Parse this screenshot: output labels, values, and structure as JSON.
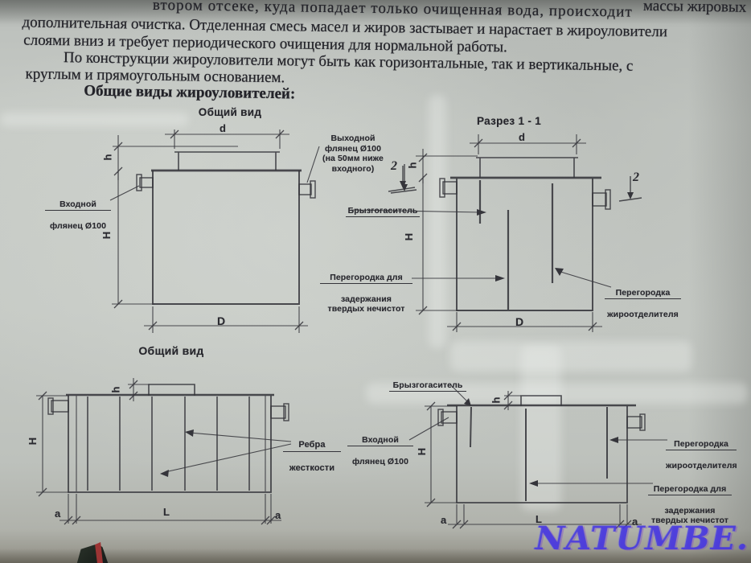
{
  "colors": {
    "paper": "#c6cac5",
    "ink_text": "#232329",
    "ink_drawing": "#35353b",
    "watermark_blue": "#4032e0",
    "corner_accent_red": "#9c3434"
  },
  "paragraph": {
    "fragment_right": "массы жировых",
    "line1": "втором отсеке, куда попадает только очищенная вода, происходит",
    "line2": "дополнительная очистка. Отделенная смесь масел и жиров застывает и нарастает в жироуловители",
    "line3": "слоями вниз и требует периодического очищения для нормальной работы.",
    "line4": "По конструкции жироуловители могут быть как горизонтальные, так и вертикальные, с",
    "line5": "круглым и прямоугольным основанием.",
    "heading": "Общие виды жироуловителей:"
  },
  "diagram_top_left": {
    "title": "Общий вид",
    "inlet_line1": "Входной",
    "inlet_line2": "флянец Ø100",
    "outlet": "Выходной\nфлянец Ø100\n(на 50мм ниже\nвходного)",
    "dim_d": "d",
    "dim_h": "h",
    "dim_H": "H",
    "dim_D": "D",
    "section_mark": "2"
  },
  "diagram_top_right": {
    "title": "Разрез 1 - 1",
    "splash_label": "Брызгогаситель",
    "solids_line1": "Перегородка для",
    "solids_rest": "задержания\nтвердых нечистот",
    "grease_line1": "Перегородка",
    "grease_line2": "жироотделителя",
    "dim_d": "d",
    "dim_h": "h",
    "dim_H": "H",
    "dim_D": "D",
    "section_mark": "2"
  },
  "diagram_bottom_left": {
    "title": "Общий вид",
    "ribs_line1": "Ребра",
    "ribs_line2": "жесткости",
    "dim_h": "h",
    "dim_H": "H",
    "dim_a_left": "a",
    "dim_L": "L",
    "dim_a_right": "a"
  },
  "diagram_bottom_right": {
    "splash_label": "Брызгогаситель",
    "inlet_line1": "Входной",
    "inlet_line2": "флянец Ø100",
    "grease_line1": "Перегородка",
    "grease_line2": "жироотделителя",
    "solids_line1": "Перегородка для",
    "solids_rest": "задержания\nтвердых нечистот",
    "dim_h": "h",
    "dim_H": "H",
    "dim_a_left": "a",
    "dim_L": "L",
    "dim_a_right": "a"
  },
  "watermark": "NATUMBE. KZ"
}
